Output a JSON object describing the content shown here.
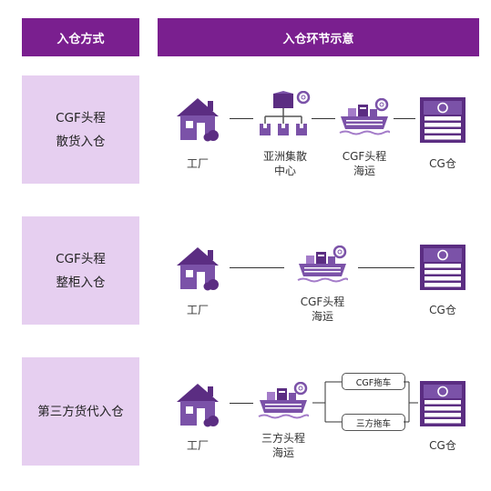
{
  "header": {
    "left_title": "入仓方式",
    "right_title": "入仓环节示意"
  },
  "colors": {
    "header_bg": "#7a1f8f",
    "label_bg": "#e6cff0",
    "icon_dark": "#5b2d82",
    "icon_mid": "#7b52a8",
    "icon_light": "#a47cc9"
  },
  "rows": [
    {
      "label_line1": "CGF头程",
      "label_line2": "散货入仓",
      "factory": "工厂",
      "hub_line1": "亚洲集散",
      "hub_line2": "中心",
      "ship_line1": "CGF头程",
      "ship_line2": "海运",
      "warehouse": "CG仓"
    },
    {
      "label_line1": "CGF头程",
      "label_line2": "整柜入仓",
      "factory": "工厂",
      "ship_line1": "CGF头程",
      "ship_line2": "海运",
      "warehouse": "CG仓"
    },
    {
      "label_line1": "第三方货代入仓",
      "factory": "工厂",
      "ship_line1": "三方头程",
      "ship_line2": "海运",
      "truck_top": "CGF拖车",
      "truck_bottom": "三方拖车",
      "warehouse": "CG仓"
    }
  ]
}
